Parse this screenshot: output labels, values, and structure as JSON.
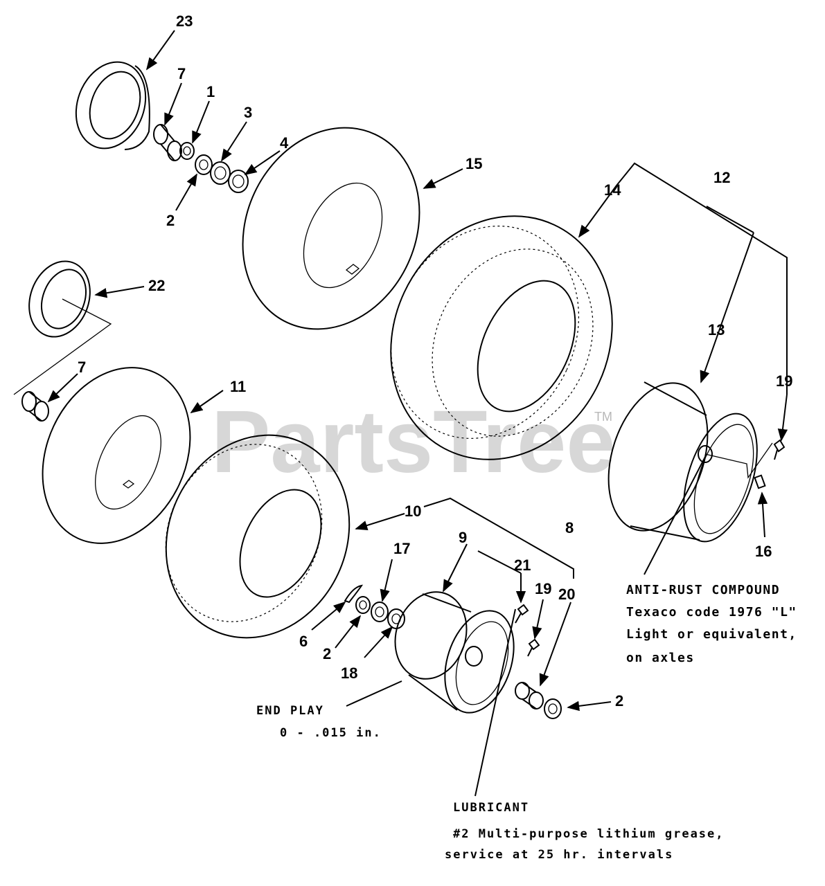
{
  "watermark": {
    "brand": "PartsTree",
    "trademark": "TM"
  },
  "callouts": {
    "c1": "1",
    "c2a": "2",
    "c2b": "2",
    "c2c": "2",
    "c3": "3",
    "c4": "4",
    "c6": "6",
    "c7a": "7",
    "c7b": "7",
    "c8": "8",
    "c9": "9",
    "c10": "10",
    "c11": "11",
    "c12": "12",
    "c13": "13",
    "c14": "14",
    "c15": "15",
    "c16": "16",
    "c17": "17",
    "c18": "18",
    "c19a": "19",
    "c19b": "19",
    "c20": "20",
    "c21": "21",
    "c22": "22",
    "c23": "23"
  },
  "notes": {
    "anti_rust": {
      "line1": "ANTI-RUST COMPOUND",
      "line2": "Texaco code 1976 \"L\"",
      "line3": "Light or equivalent,",
      "line4": "on axles"
    },
    "end_play": {
      "line1": "END PLAY",
      "line2": "0 - .015 in."
    },
    "lubricant": {
      "line1": "LUBRICANT",
      "line2": "#2 Multi-purpose lithium grease,",
      "line3": "service at 25 hr. intervals"
    }
  }
}
